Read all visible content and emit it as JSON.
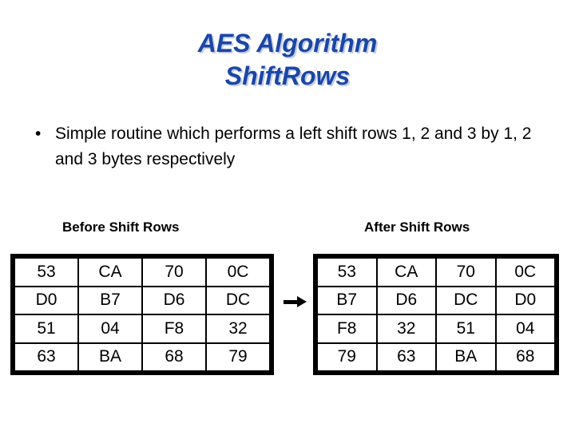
{
  "slide": {
    "title_line1": "AES Algorithm",
    "title_line2": "ShiftRows",
    "title_color": "#1b46a4",
    "background_color": "#ffffff",
    "bullets": [
      {
        "marker": "•",
        "text": "Simple routine which performs a left shift rows 1, 2 and 3 by 1, 2 and 3 bytes respectively"
      }
    ],
    "arrow_icon": "right-arrow-icon"
  },
  "tables": {
    "before": {
      "header": "Before Shift Rows",
      "rows": [
        [
          "53",
          "CA",
          "70",
          "0C"
        ],
        [
          "D0",
          "B7",
          "D6",
          "DC"
        ],
        [
          "51",
          "04",
          "F8",
          "32"
        ],
        [
          "63",
          "BA",
          "68",
          "79"
        ]
      ]
    },
    "after": {
      "header": "After Shift Rows",
      "rows": [
        [
          "53",
          "CA",
          "70",
          "0C"
        ],
        [
          "B7",
          "D6",
          "DC",
          "D0"
        ],
        [
          "F8",
          "32",
          "51",
          "04"
        ],
        [
          "79",
          "63",
          "BA",
          "68"
        ]
      ]
    }
  }
}
